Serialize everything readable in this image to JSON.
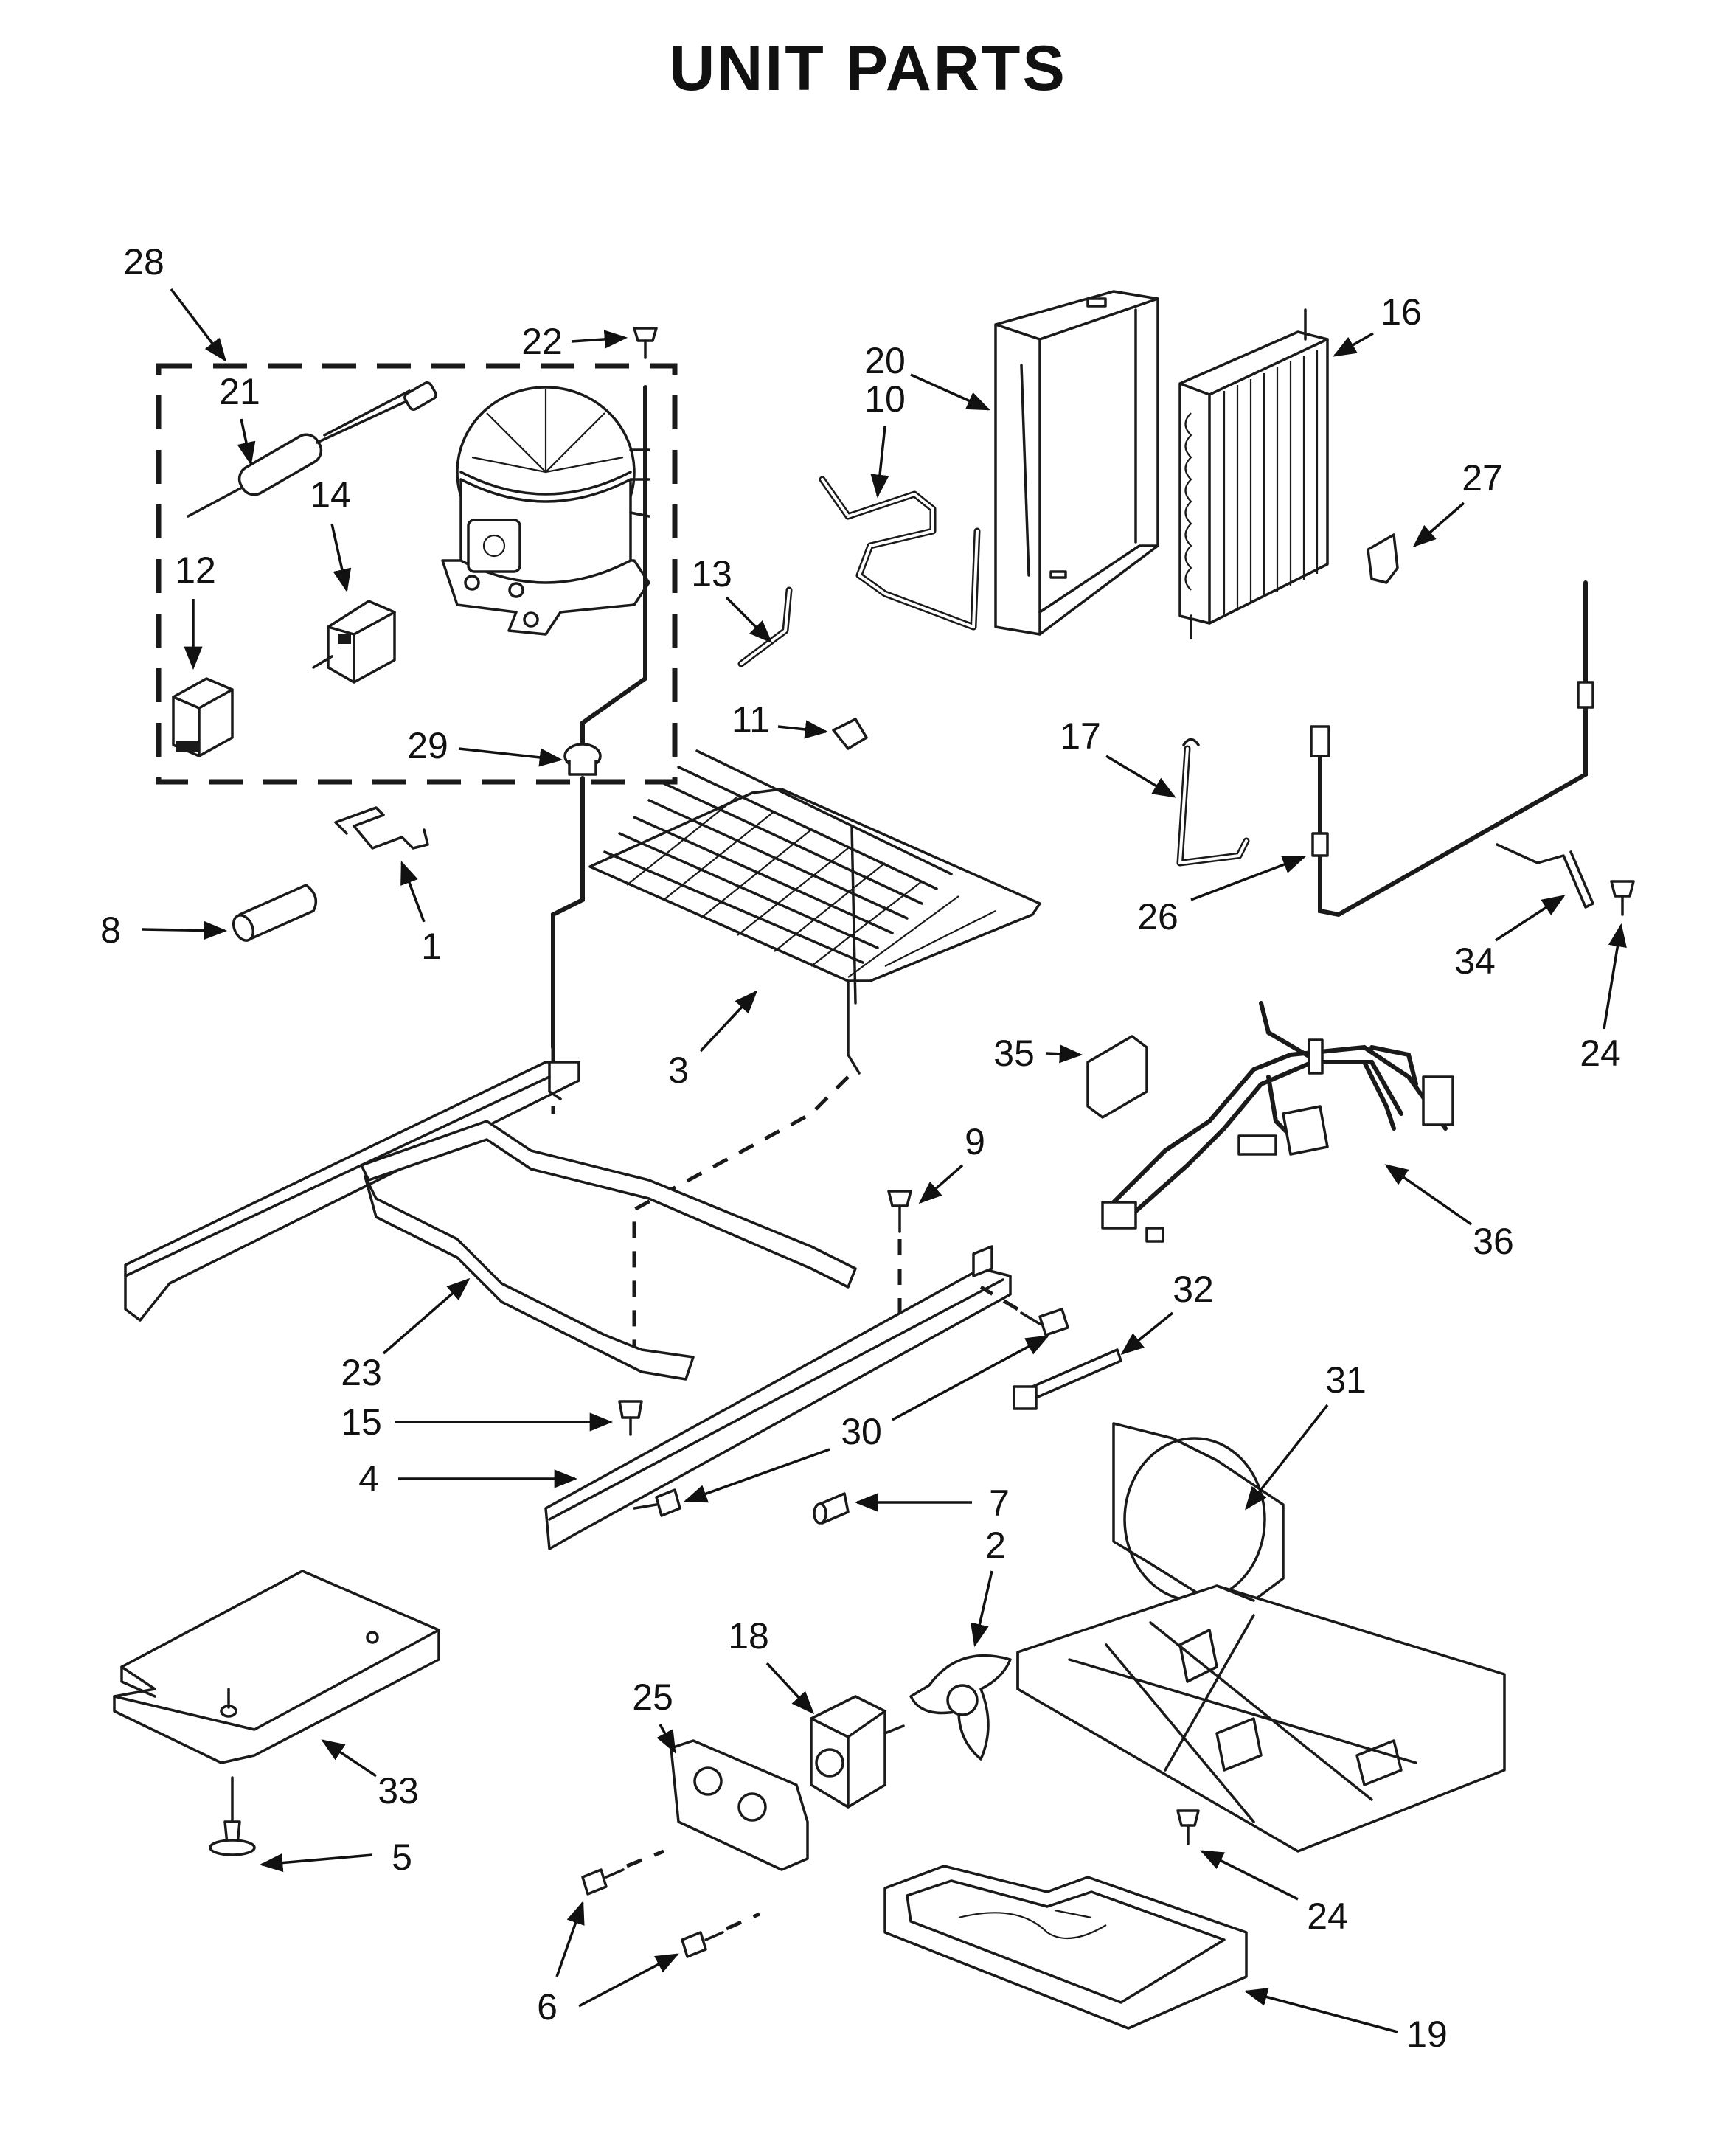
{
  "title": "UNIT PARTS",
  "callouts": [
    "1",
    "2",
    "3",
    "4",
    "5",
    "6",
    "7",
    "8",
    "9",
    "10",
    "11",
    "12",
    "13",
    "14",
    "15",
    "16",
    "17",
    "18",
    "19",
    "20",
    "21",
    "22",
    "23",
    "24",
    "25",
    "26",
    "27",
    "28",
    "29",
    "30",
    "31",
    "32",
    "33",
    "34",
    "35",
    "36"
  ]
}
